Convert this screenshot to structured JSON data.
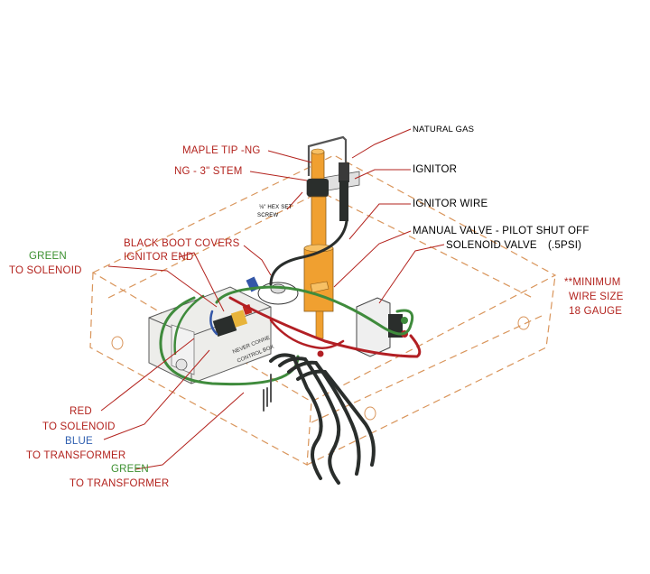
{
  "labels": {
    "natural_gas": "NATURAL GAS",
    "maple_tip": "MAPLE TIP -NG",
    "ng_stem": "NG - 3\" STEM",
    "ignitor": "IGNITOR",
    "hex_set": "⅛\" HEX SET",
    "screw": "SCREW",
    "ignitor_wire": "IGNITOR WIRE",
    "manual_valve": "MANUAL VALVE - PILOT SHUT OFF",
    "solenoid_valve": "SOLENOID VALVE",
    "psi": "(.5PSI)",
    "black_boot_1": "BLACK BOOT COVERS",
    "black_boot_2": "IGNITOR END",
    "green_sol_1": "GREEN",
    "green_sol_2": "TO SOLENOID",
    "red_sol_1": "RED",
    "red_sol_2": "TO SOLENOID",
    "blue_tr_1": "BLUE",
    "blue_tr_2": "TO TRANSFORMER",
    "green_tr_1": "GREEN",
    "green_tr_2": "TO TRANSFORMER",
    "min_1": "**MINIMUM",
    "min_2": "WIRE SIZE",
    "min_3": "18 GAUGE",
    "box_text_1": "NEVER CONNE",
    "box_text_2": "CONTROL BOX"
  },
  "colors": {
    "leader": "#b3231e",
    "text_red": "#b3231e",
    "text_green": "#3a8f2e",
    "text_blue": "#2f5fb0",
    "box_outline": "#d9955b",
    "orange": "#f0a030",
    "wire_green": "#3f8b3c",
    "wire_red": "#b21f24",
    "wire_blue": "#3457a8",
    "wire_black": "#2a2e2c"
  }
}
